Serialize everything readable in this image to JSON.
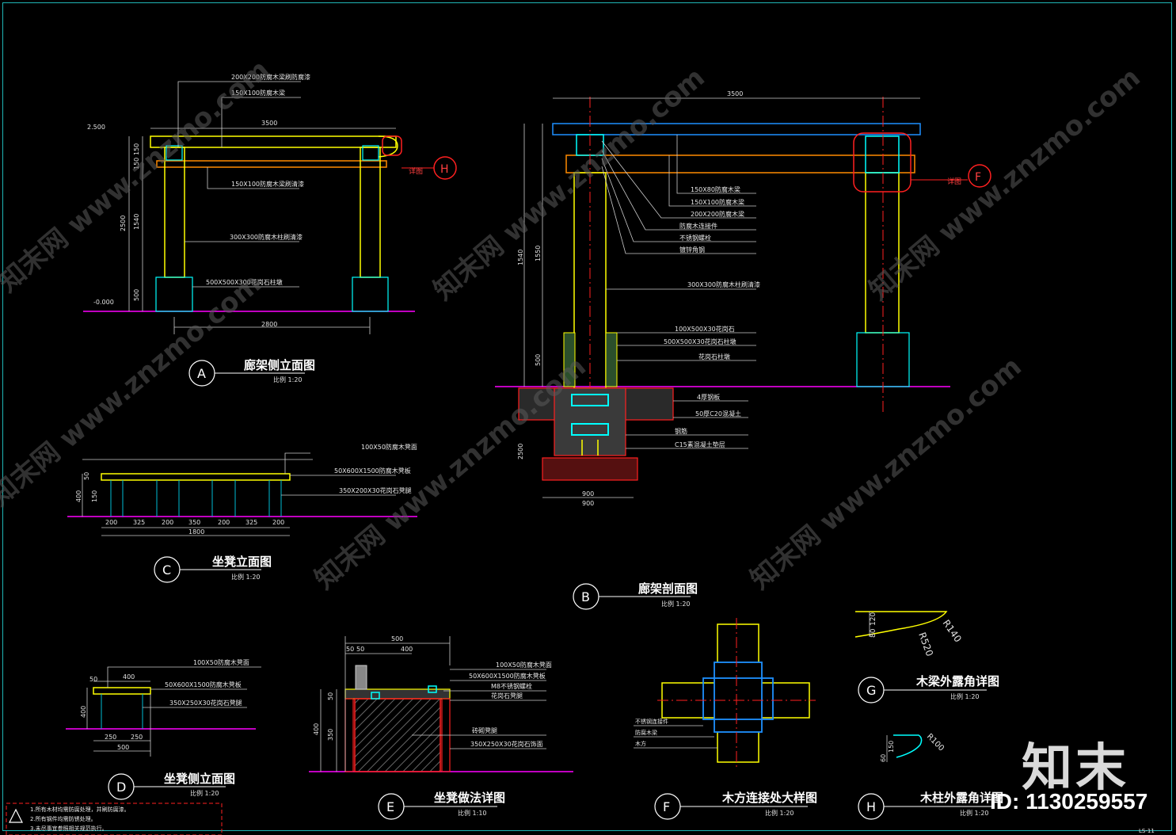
{
  "drawings": {
    "a": {
      "mark": "A",
      "title": "廊架侧立面图",
      "scale": "比例 1:20",
      "dims": [
        "3500",
        "2800",
        "2500",
        "150",
        "150",
        "1540",
        "500",
        "2.500",
        "-0.000"
      ],
      "notes": [
        "200X200防腐木梁刷防腐漆",
        "150X100防腐木梁",
        "150X100防腐木梁刷清漆",
        "300X300防腐木柱刷清漆",
        "500X500X300花岗石柱墩"
      ],
      "callout": "H",
      "callout_label": "详图"
    },
    "b": {
      "mark": "B",
      "title": "廊架剖面图",
      "scale": "比例 1:20",
      "dims": [
        "3500",
        "1540",
        "1550",
        "500",
        "2500",
        "900",
        "900"
      ],
      "notes": [
        "150X80防腐木梁",
        "150X100防腐木梁",
        "200X200防腐木梁",
        "防腐木连接件",
        "不锈钢螺栓",
        "镀锌角钢",
        "300X300防腐木柱刷清漆",
        "100X500X30花岗石",
        "500X500X30花岗石柱墩",
        "花岗石柱墩",
        "4厚钢板",
        "50厚C20混凝土",
        "钢筋",
        "C15素混凝土垫层"
      ],
      "callout": "F",
      "callout_label": "详图"
    },
    "c": {
      "mark": "C",
      "title": "坐凳立面图",
      "scale": "比例 1:20",
      "dims": [
        "200",
        "325",
        "200",
        "350",
        "200",
        "325",
        "200",
        "50",
        "150",
        "400",
        "1800"
      ],
      "notes": [
        "100X50防腐木凳面",
        "50X600X1500防腐木凳板",
        "350X200X30花岗石凳腿"
      ]
    },
    "d": {
      "mark": "D",
      "title": "坐凳侧立面图",
      "scale": "比例 1:20",
      "dims": [
        "400",
        "50",
        "400",
        "250",
        "250",
        "500"
      ],
      "notes": [
        "100X50防腐木凳面",
        "50X600X1500防腐木凳板",
        "350X250X30花岗石凳腿"
      ]
    },
    "e": {
      "mark": "E",
      "title": "坐凳做法详图",
      "scale": "比例 1:10",
      "dims": [
        "500",
        "50",
        "50",
        "400",
        "50",
        "400",
        "350"
      ],
      "notes": [
        "100X50防腐木凳面",
        "50X600X1500防腐木凳板",
        "M8不锈钢螺栓",
        "花岗石凳腿",
        "砖砌凳腿",
        "350X250X30花岗石饰面"
      ]
    },
    "f": {
      "mark": "F",
      "title": "木方连接处大样图",
      "scale": "比例 1:20",
      "notes": [
        "不锈钢连接件",
        "防腐木梁",
        "木方"
      ]
    },
    "g": {
      "mark": "G",
      "title": "木梁外露角详图",
      "scale": "比例 1:20",
      "dims": [
        "80",
        "120",
        "R520",
        "R140"
      ]
    },
    "h": {
      "mark": "H",
      "title": "木柱外露角详图",
      "scale": "比例 1:20",
      "dims": [
        "60",
        "150",
        "R100"
      ]
    }
  },
  "notes_box": [
    "1.所有木材均需防腐处理，并刷防腐漆。",
    "2.所有钢件均需防锈处理。",
    "3.未尽事宜参照相关规范执行。"
  ],
  "sheet_no": "LS-11",
  "watermark": "知末网 www.znzmo.com",
  "brand": "知末",
  "image_id": "ID: 1130259557",
  "colors": {
    "frame": "#1fb5b5",
    "ground": "#ff00ff",
    "beam": "#ffff00",
    "column": "#00ffff",
    "axis": "#ff2020",
    "red": "#ff2020"
  }
}
